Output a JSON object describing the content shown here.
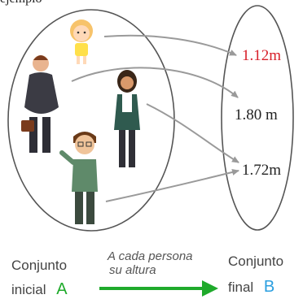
{
  "top_text": "ejemplo",
  "values": [
    {
      "text": "1.12m",
      "color": "#d8202a"
    },
    {
      "text": "1.80 m",
      "color": "#222222"
    },
    {
      "text": "1.72m",
      "color": "#222222"
    }
  ],
  "set_a": {
    "label_line1": "Conjunto",
    "label_line2": "inicial",
    "letter": "A",
    "letter_color": "#1faa2b"
  },
  "set_b": {
    "label_line1": "Conjunto",
    "label_line2": "final",
    "letter": "B",
    "letter_color": "#2b9fe0"
  },
  "mapping_label": {
    "line1": "A cada persona",
    "line2": "su altura"
  },
  "arrow_color": "#1faa2b",
  "mapping_arrow_color": "#9a9a9a",
  "people": [
    "girl-figure",
    "businessman-figure",
    "woman-figure",
    "boy-figure"
  ]
}
